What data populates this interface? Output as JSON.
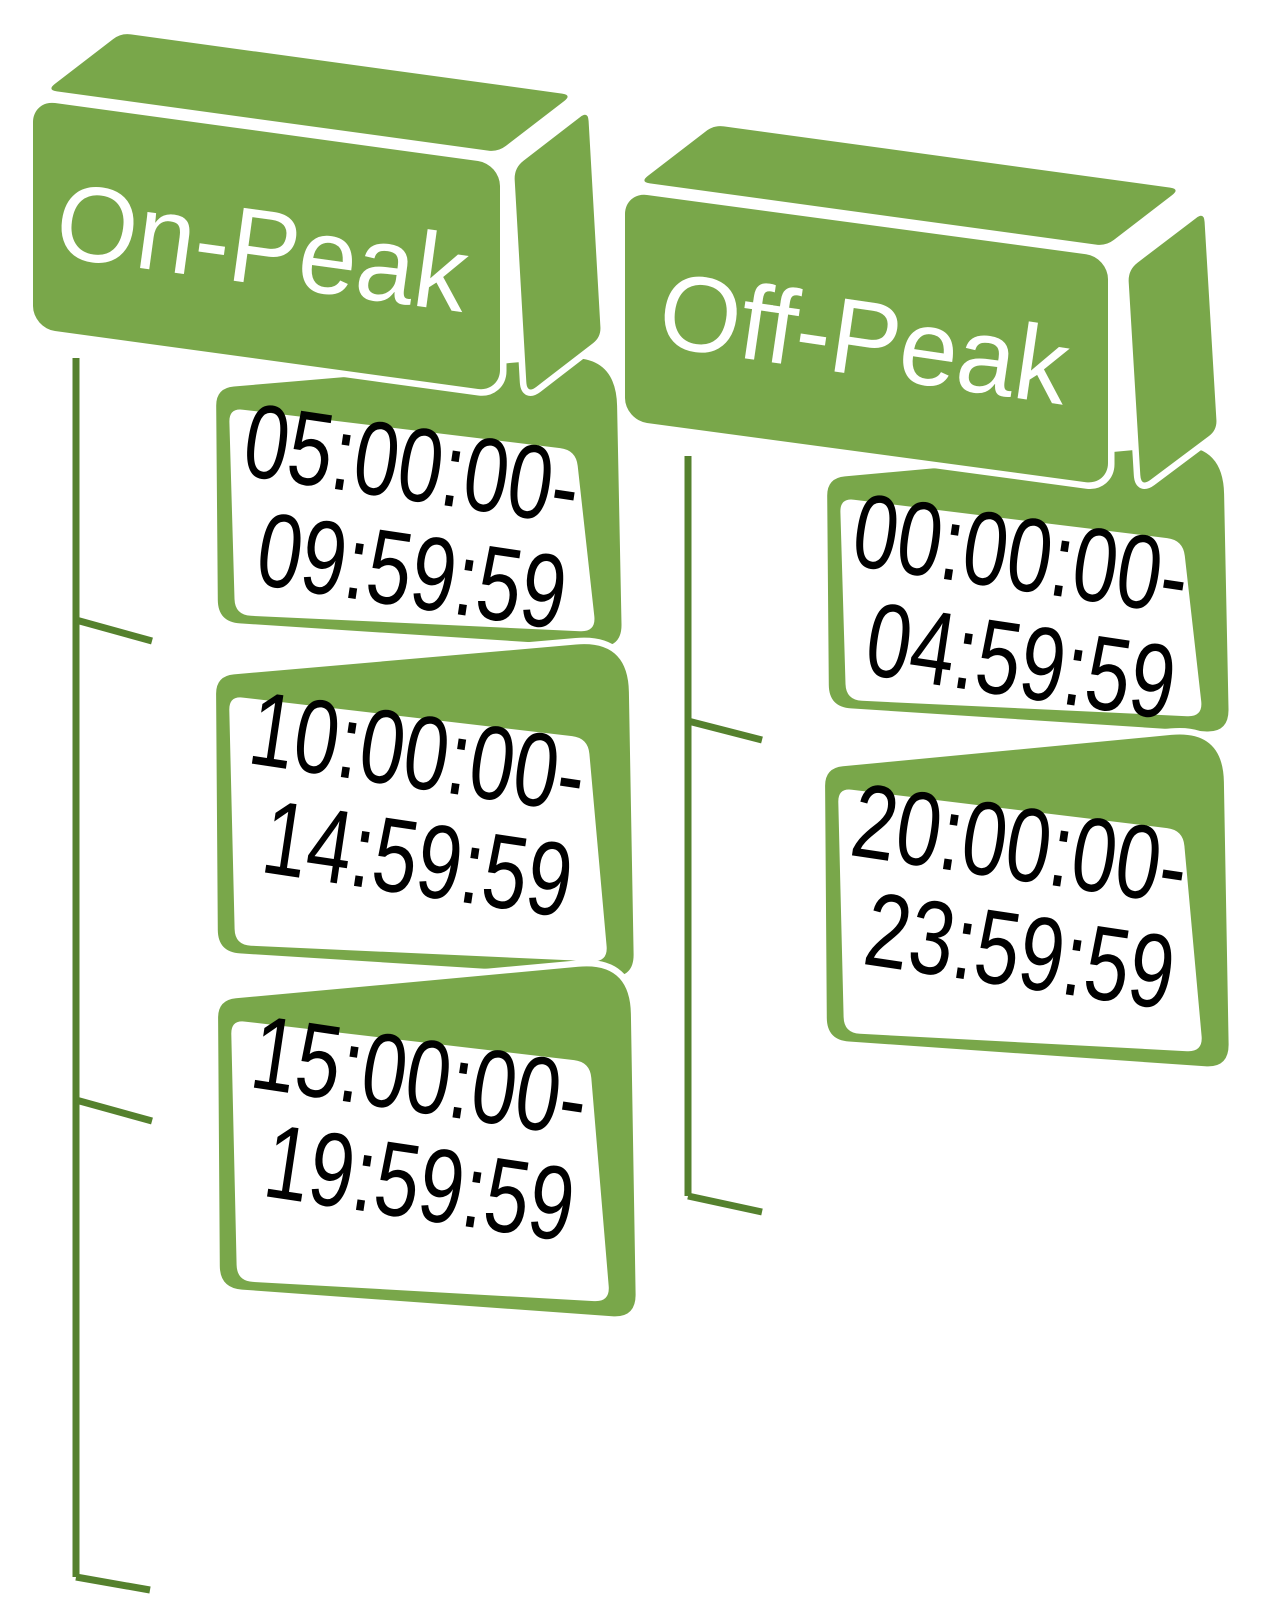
{
  "diagram": {
    "type": "hierarchy",
    "groups": [
      {
        "label": "On-Peak",
        "ranges": [
          {
            "line1": "05:00:00-",
            "line2": "09:59:59"
          },
          {
            "line1": "10:00:00-",
            "line2": "14:59:59"
          },
          {
            "line1": "15:00:00-",
            "line2": "19:59:59"
          }
        ]
      },
      {
        "label": "Off-Peak",
        "ranges": [
          {
            "line1": "00:00:00-",
            "line2": "04:59:59"
          },
          {
            "line1": "20:00:00-",
            "line2": "23:59:59"
          }
        ]
      }
    ]
  },
  "colors": {
    "face_green": "#79a74a",
    "connector_green": "#55812e",
    "header_text": "#ffffff",
    "time_text": "#000000",
    "background": "#ffffff"
  }
}
